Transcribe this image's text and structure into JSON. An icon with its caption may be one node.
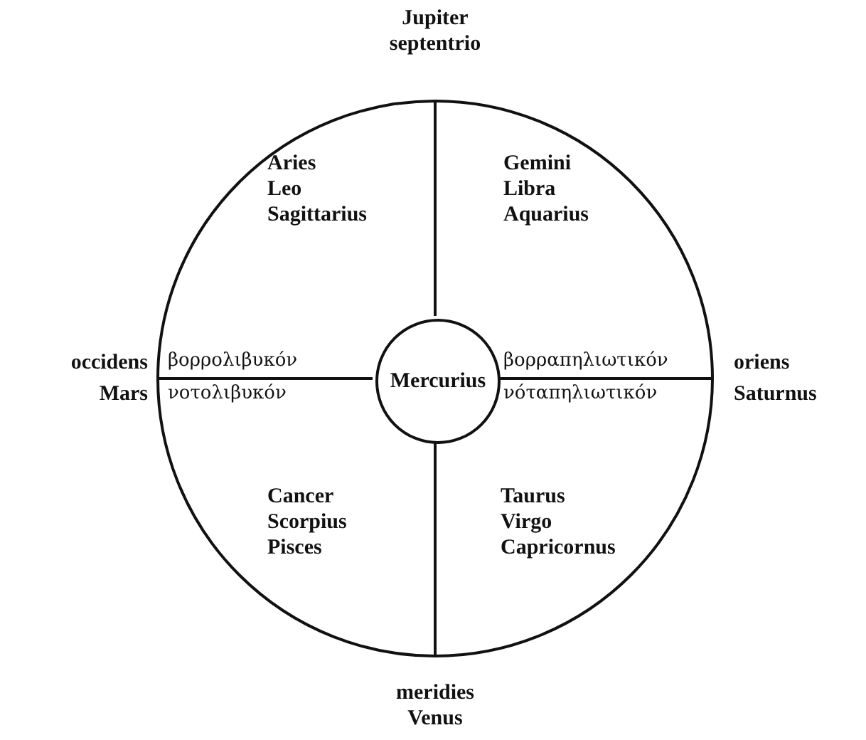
{
  "diagram": {
    "nodes": [
      {
        "text": [],
        "shape": "circle"
      },
      {
        "text": [
          "Mercurius"
        ],
        "in": 0
      }
    ],
    "edges": [],
    "labels": [
      "Jupiter",
      "septentrio",
      "Aries",
      "Leo",
      "Sagittarius",
      "Gemini",
      "Libra",
      "Aquarius",
      "occidens",
      "βορρολιβυκόν",
      "βορραπηλιωτικόν",
      "oriens",
      "Mars",
      "νοτολιβυκόν",
      "νόταπηλιωτικόν",
      "Saturnus",
      "Cancer",
      "Scorpius",
      "Pisces",
      "Taurus",
      "Virgo",
      "Capricornus",
      "meridies",
      "Venus"
    ]
  }
}
